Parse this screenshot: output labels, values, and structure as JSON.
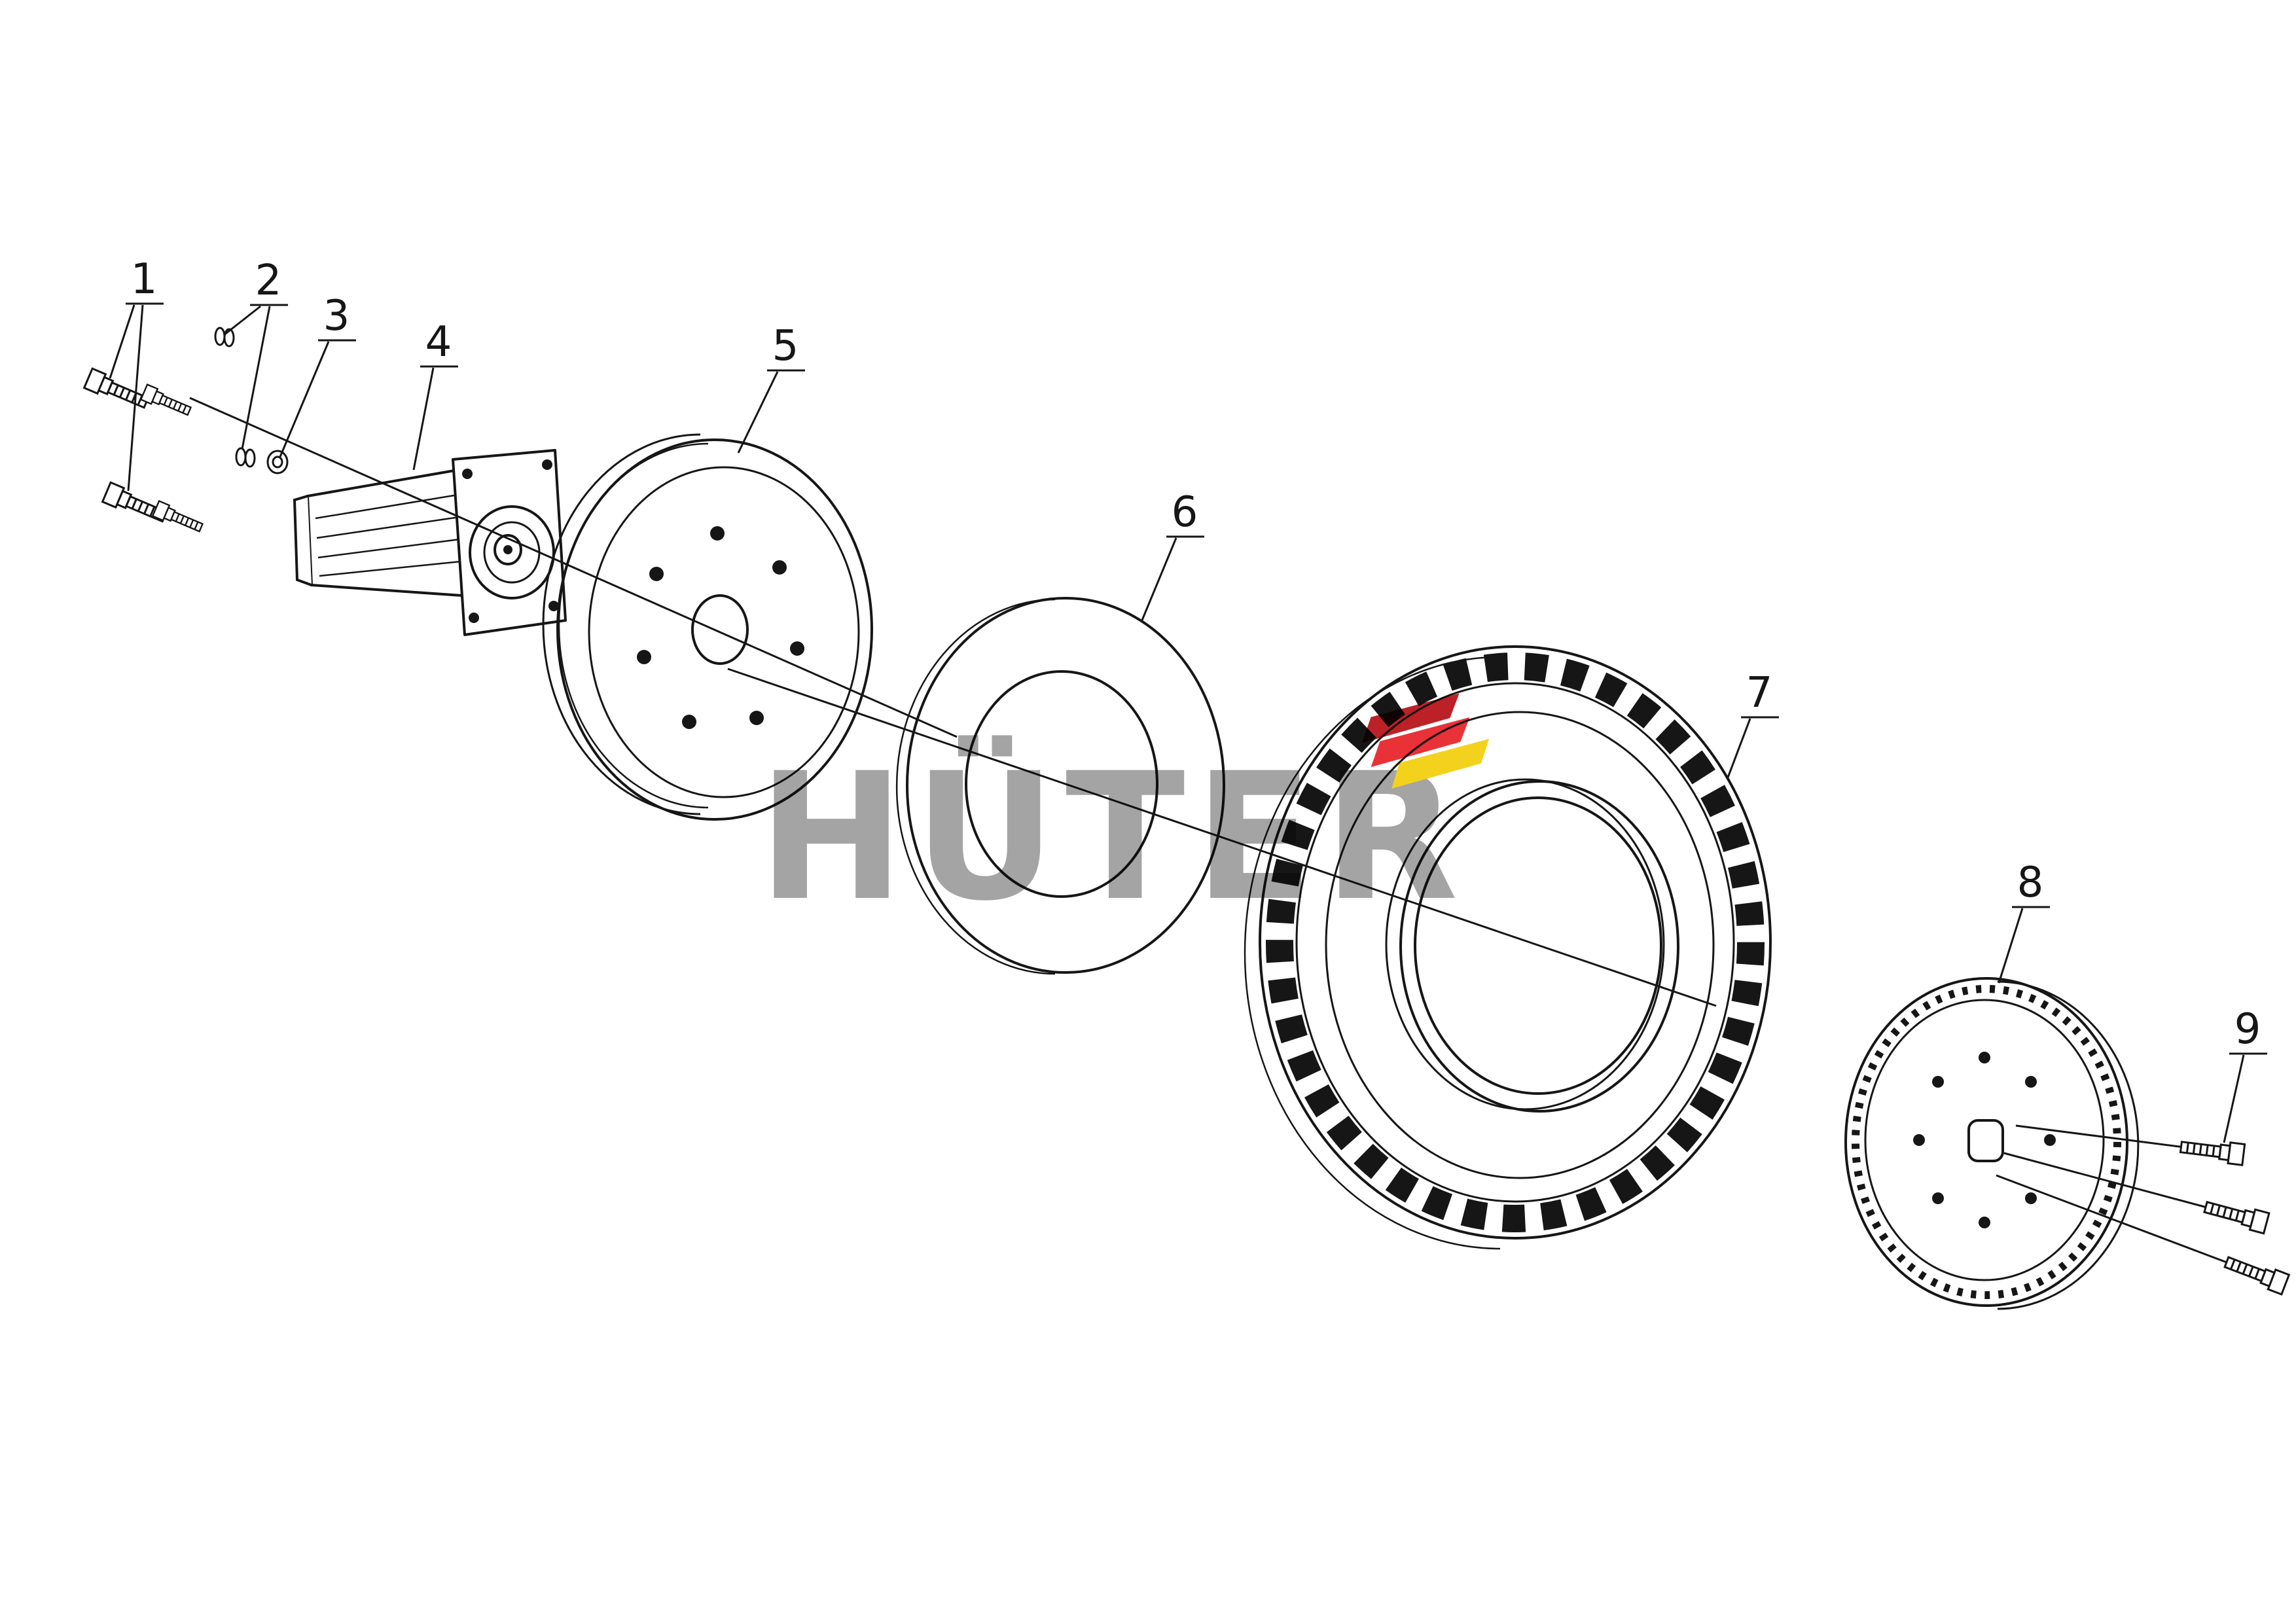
{
  "watermark": {
    "text": "HÜTER",
    "color": "#9f9f9f",
    "logo_colors": {
      "dark_red": "#b8151b",
      "red": "#e8262d",
      "yellow": "#f3d011"
    }
  },
  "part_labels": [
    {
      "number": "1"
    },
    {
      "number": "2"
    },
    {
      "number": "3"
    },
    {
      "number": "4"
    },
    {
      "number": "5"
    },
    {
      "number": "6"
    },
    {
      "number": "7"
    },
    {
      "number": "8"
    },
    {
      "number": "9"
    }
  ],
  "palette": {
    "line": "#161616",
    "background": "#ffffff"
  }
}
